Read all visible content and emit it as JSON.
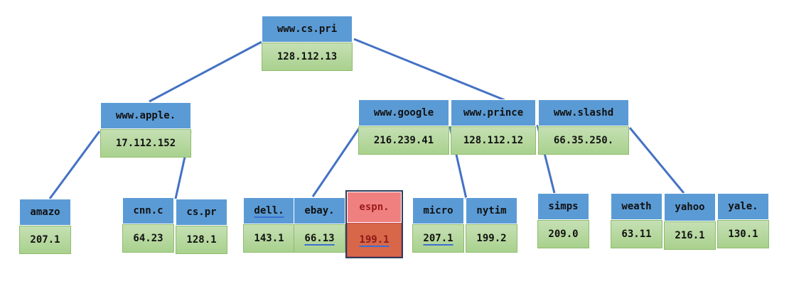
{
  "colors": {
    "key": "#5b9bd5",
    "value": "#a9d18e",
    "edge": "#4472c4",
    "highlight_key": "#f08080",
    "highlight_value": "#d8674a",
    "highlight_border": "#2f3b5c"
  },
  "root": [
    {
      "key": "www.cs.pri",
      "value": "128.112.13"
    }
  ],
  "level1": {
    "left": [
      {
        "key": "www.apple.",
        "value": "17.112.152"
      }
    ],
    "right": [
      {
        "key": "www.google",
        "value": "216.239.41"
      },
      {
        "key": "www.prince",
        "value": "128.112.12"
      },
      {
        "key": "www.slashd",
        "value": "66.35.250."
      }
    ]
  },
  "leaves": [
    [
      {
        "key": "amazo",
        "value": "207.1"
      }
    ],
    [
      {
        "key": "cnn.c",
        "value": "64.23"
      },
      {
        "key": "cs.pr",
        "value": "128.1"
      }
    ],
    [
      {
        "key": "dell.",
        "value": "143.1"
      },
      {
        "key": "ebay.",
        "value": "66.13"
      },
      {
        "key": "espn.",
        "value": "199.1"
      }
    ],
    [
      {
        "key": "micro",
        "value": "207.1"
      },
      {
        "key": "nytim",
        "value": "199.2"
      }
    ],
    [
      {
        "key": "simps",
        "value": "209.0"
      }
    ],
    [
      {
        "key": "weath",
        "value": "63.11"
      },
      {
        "key": "yahoo",
        "value": "216.1"
      },
      {
        "key": "yale.",
        "value": "130.1"
      }
    ]
  ],
  "highlight": {
    "key": "espn.",
    "value": "199.1"
  }
}
